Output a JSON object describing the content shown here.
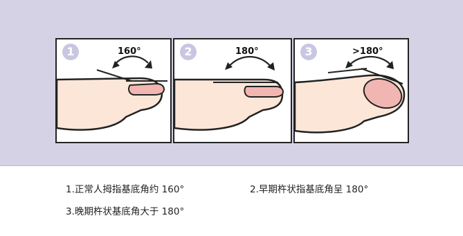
{
  "panels": [
    {
      "number": "1",
      "angle_label": "160°"
    },
    {
      "number": "2",
      "angle_label": "180°"
    },
    {
      "number": "3",
      "angle_label": ">180°"
    }
  ],
  "captions": [
    "1.正常人拇指基底角约 160°",
    "2.早期杵状指基底角呈 180°",
    "3.晚期杵状基底角大于 180°"
  ],
  "colors": {
    "background_band": "#d6d2e6",
    "skin": "#fbe6d8",
    "nail": "#f2b6b2",
    "badge": "#c9c6e2"
  }
}
